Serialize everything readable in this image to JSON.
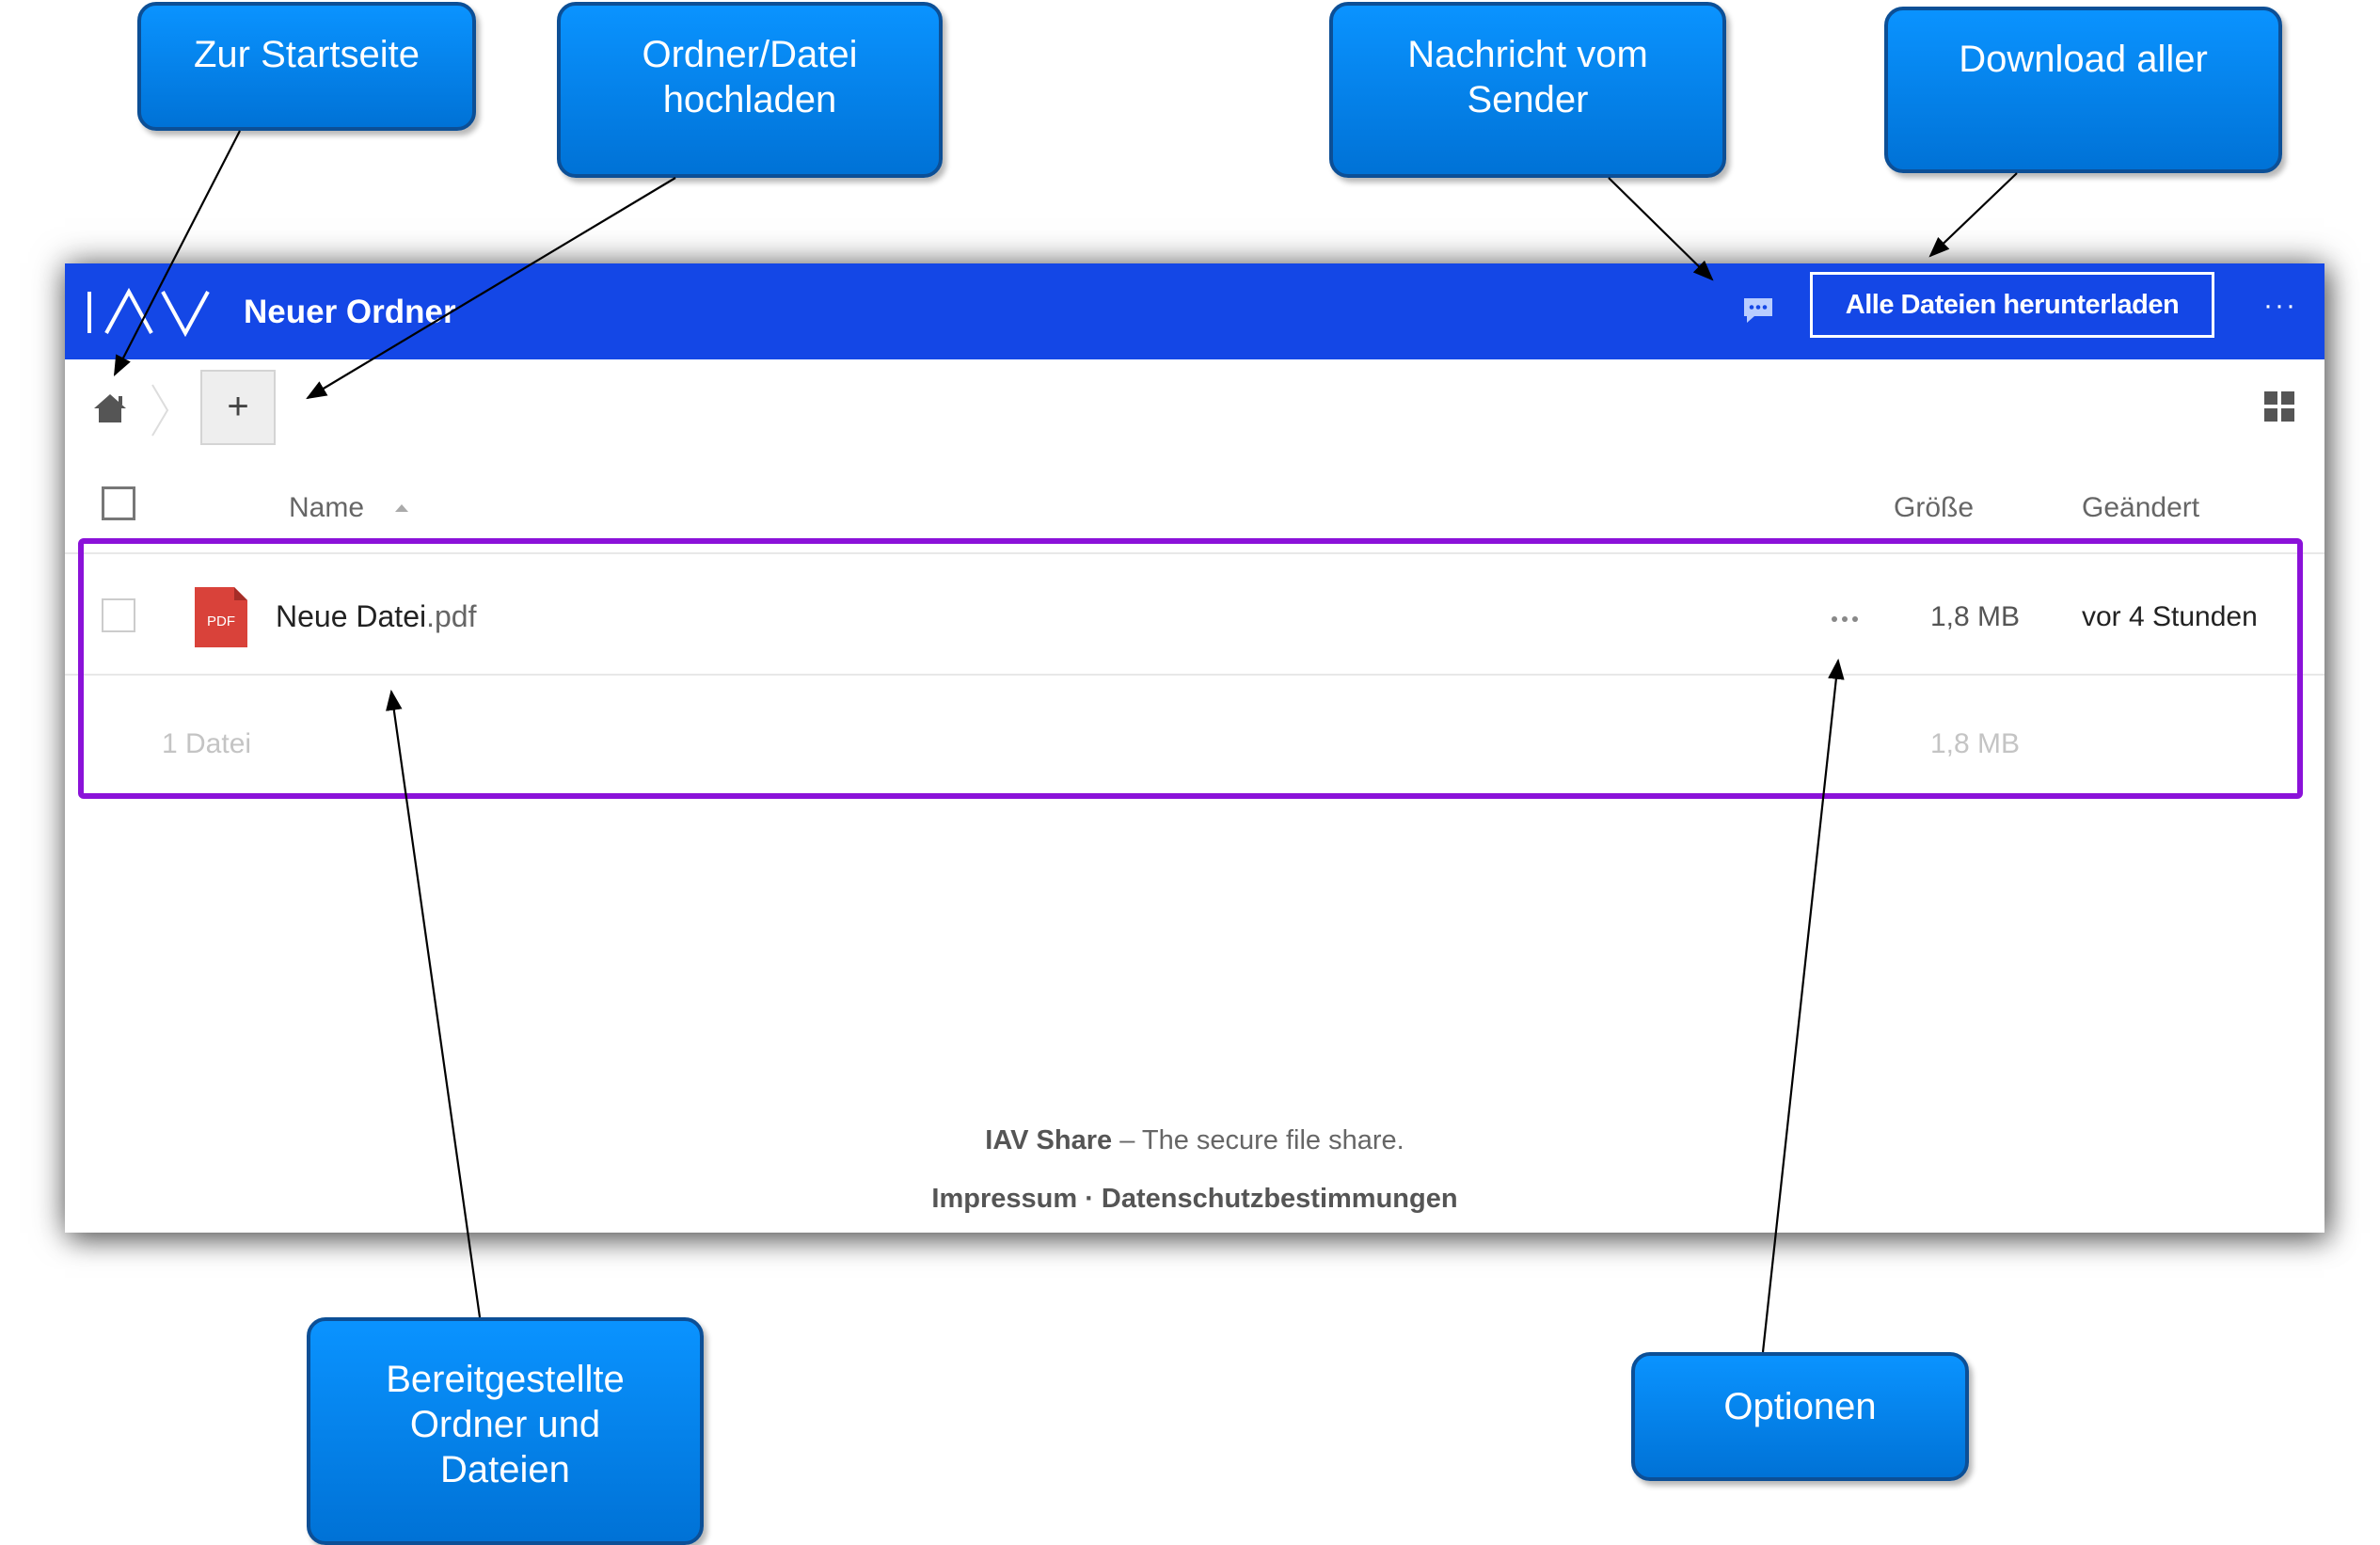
{
  "app": {
    "folder_title": "Neuer Ordner",
    "download_all_label": "Alle Dateien herunterladen",
    "more_label": "···",
    "upload_label": "+",
    "colors": {
      "header": "#1447e6",
      "highlight": "#8b12d9",
      "callout": "#0a84f0",
      "pdf": "#d9423a"
    }
  },
  "columns": {
    "name": "Name",
    "size": "Größe",
    "changed": "Geändert",
    "sort": "ascending"
  },
  "files": [
    {
      "base": "Neue Datei",
      "ext": ".pdf",
      "type": "PDF",
      "size": "1,8 MB",
      "changed": "vor 4 Stunden",
      "options_icon": "more-dots-icon"
    }
  ],
  "summary": {
    "count": "1 Datei",
    "size": "1,8 MB"
  },
  "footer": {
    "brand": "IAV Share",
    "tagline": "– The secure file share.",
    "impressum": "Impressum",
    "separator": "·",
    "privacy": "Datenschutzbestimmungen"
  },
  "callouts": {
    "home": "Zur Startseite",
    "upload": "Ordner/Datei\nhochladen",
    "message": "Nachricht vom\nSender",
    "download": "Download aller",
    "files": "Bereitgestellte\nOrdner und\nDateien",
    "options": "Optionen"
  },
  "icons": [
    "iav-logo",
    "message-icon",
    "home-icon",
    "breadcrumb-separator-icon",
    "grid-view-icon",
    "sort-ascending-icon",
    "pdf-file-icon",
    "more-dots-icon"
  ]
}
